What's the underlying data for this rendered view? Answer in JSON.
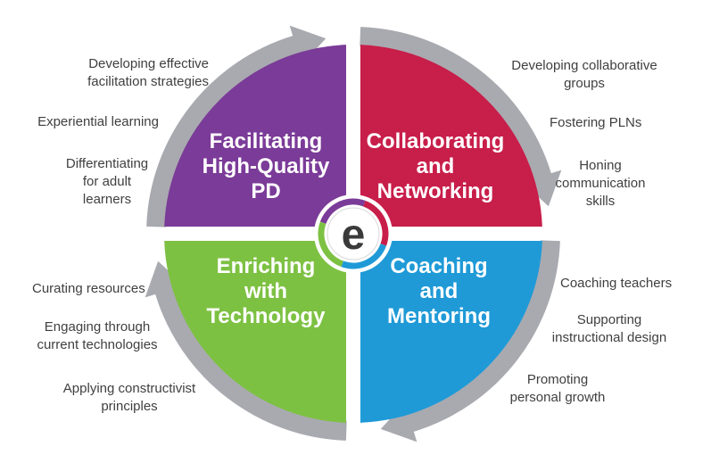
{
  "quadrants": [
    {
      "key": "pd",
      "lines": [
        "Facilitating",
        "High-Quality",
        "PD"
      ],
      "color": "#7b3b98"
    },
    {
      "key": "collab",
      "lines": [
        "Collaborating",
        "and",
        "Networking"
      ],
      "color": "#c81e4a"
    },
    {
      "key": "coach",
      "lines": [
        "Coaching",
        "and",
        "Mentoring"
      ],
      "color": "#1f9ad7"
    },
    {
      "key": "tech",
      "lines": [
        "Enriching",
        "with",
        "Technology"
      ],
      "color": "#7dc142"
    }
  ],
  "cycle_arrow_color": "#a9aab0",
  "center_logo": {
    "letter": "e",
    "colors": [
      "#7b3b98",
      "#c81e4a",
      "#1f9ad7",
      "#7dc142"
    ]
  },
  "top_left_items": [
    "Developing effective\nfacilitation strategies",
    "Experiential learning",
    "Differentiating\nfor adult\nlearners"
  ],
  "top_right_items": [
    "Developing collaborative\ngroups",
    "Fostering PLNs",
    "Honing\ncommunication\nskills"
  ],
  "bottom_right_items": [
    "Coaching teachers",
    "Supporting\ninstructional design",
    "Promoting\npersonal growth"
  ],
  "bottom_left_items": [
    "Curating resources",
    "Engaging through\ncurrent technologies",
    "Applying constructivist\nprinciples"
  ]
}
